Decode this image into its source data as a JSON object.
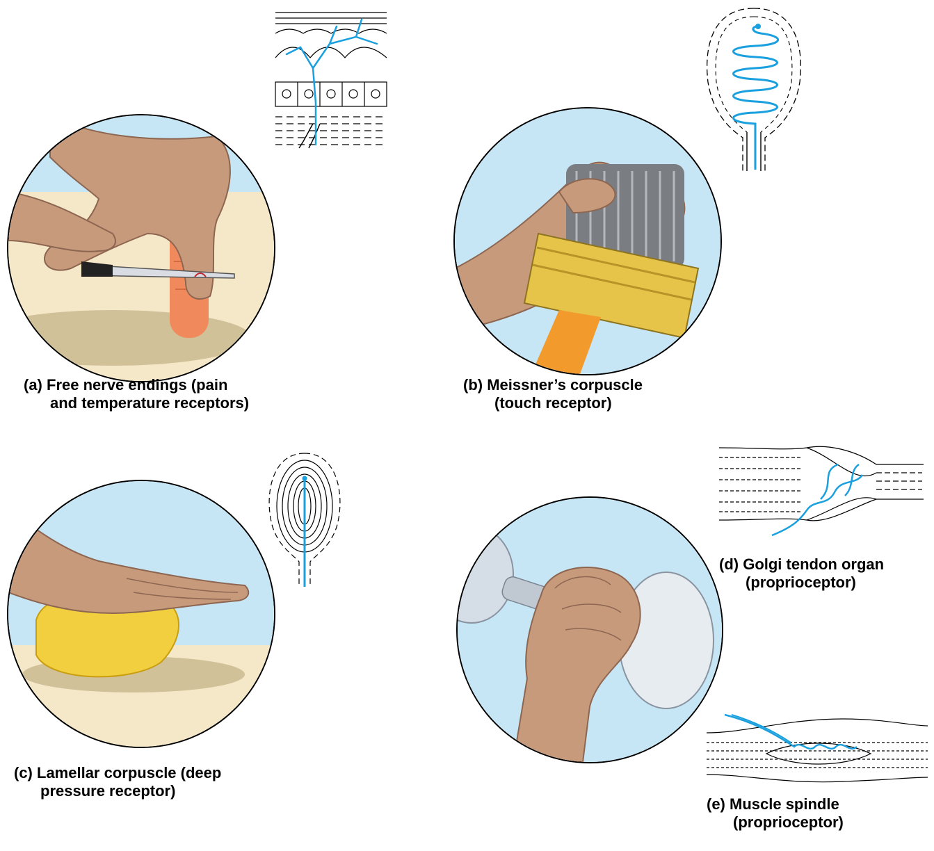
{
  "figure": {
    "colors": {
      "nerve": "#1aa0de",
      "sky": "#c7e6f5",
      "ground": "#f5e8c8",
      "skin": "#c79a7b",
      "sponge": "#f2cf3f",
      "ink": "#000000"
    },
    "panels": [
      {
        "id": "a",
        "caption_lines": [
          "(a) Free nerve endings (pain",
          "and temperature receptors)"
        ],
        "scene": "hand-cutting-carrot-with-knife",
        "inset": "free-nerve-endings-in-epidermis"
      },
      {
        "id": "b",
        "caption_lines": [
          "(b) Meissner’s corpuscle",
          "(touch receptor)"
        ],
        "scene": "hand-touching-paintbrush-bristles",
        "inset": "meissners-corpuscle"
      },
      {
        "id": "c",
        "caption_lines": [
          "(c) Lamellar corpuscle (deep",
          "pressure receptor)"
        ],
        "scene": "hand-pressing-sponge",
        "inset": "lamellar-corpuscle"
      },
      {
        "id": "d",
        "caption_lines": [
          "(d) Golgi tendon organ",
          "(proprioceptor)"
        ],
        "scene": "hand-gripping-dumbbell",
        "inset": "golgi-tendon-organ"
      },
      {
        "id": "e",
        "caption_lines": [
          "(e) Muscle spindle",
          "(proprioceptor)"
        ],
        "scene": "hand-gripping-dumbbell",
        "inset": "muscle-spindle"
      }
    ]
  }
}
